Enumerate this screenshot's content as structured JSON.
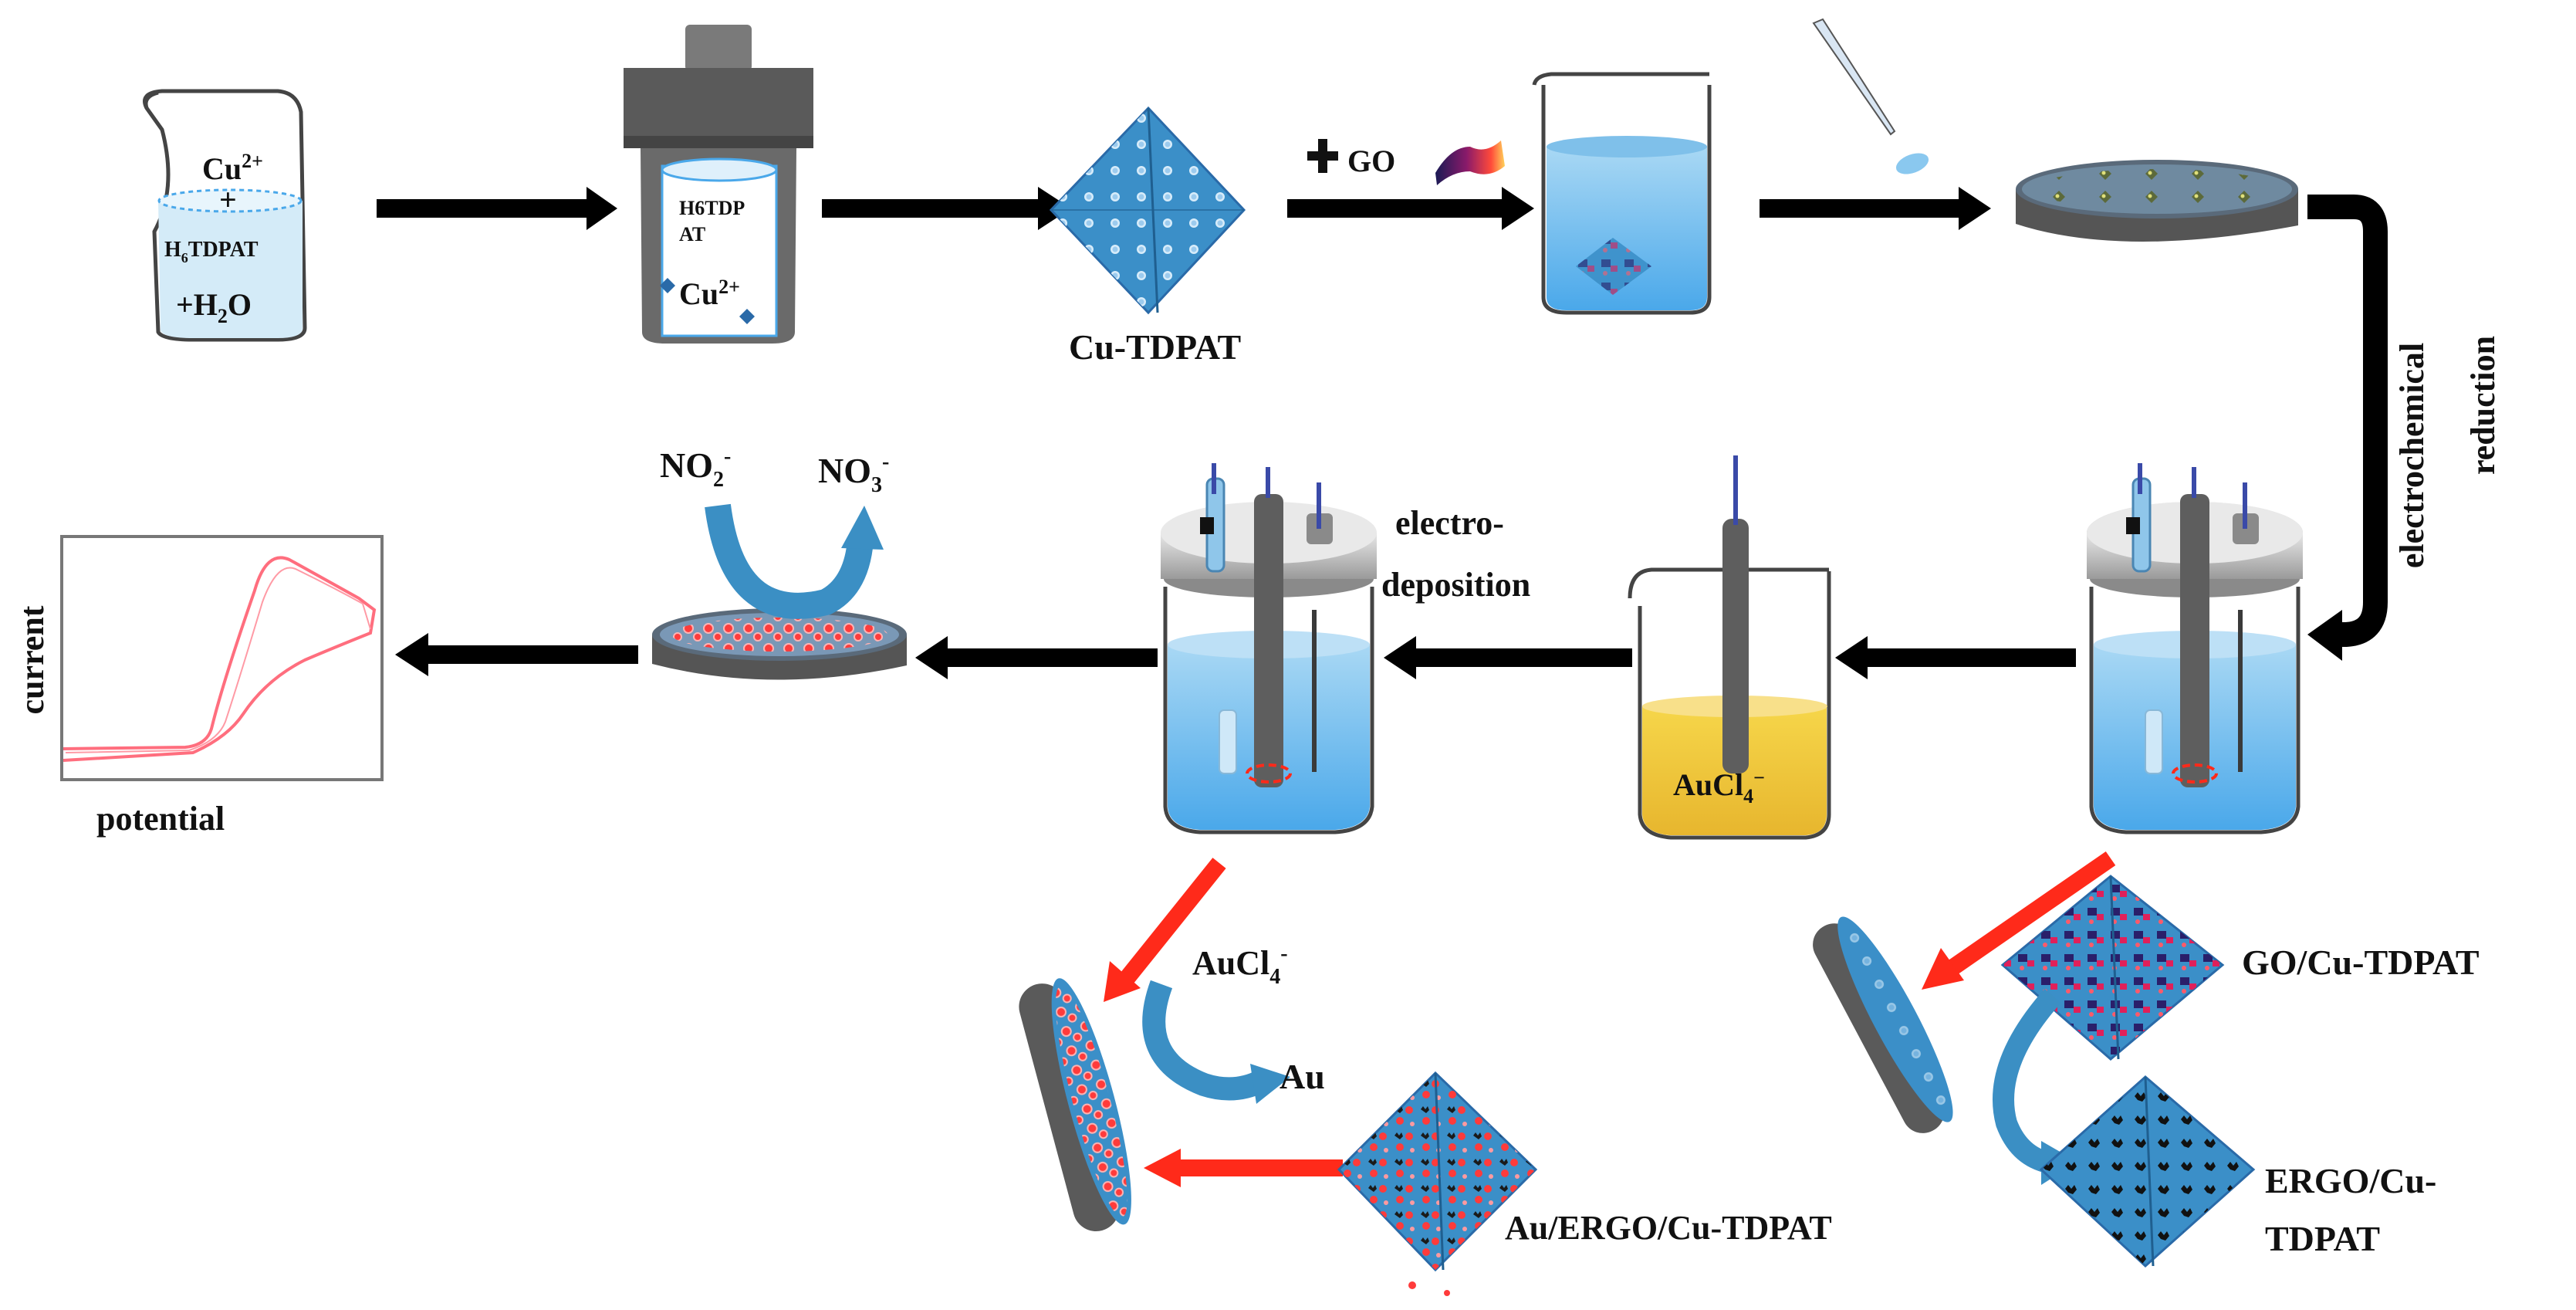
{
  "labels": {
    "beaker_cu": "Cu",
    "beaker_cu_charge": "2+",
    "beaker_plus": "+",
    "beaker_ligand_h": "H",
    "beaker_ligand_sub": "6",
    "beaker_ligand_rest": "TDPAT",
    "beaker_water_prefix": "+H",
    "beaker_water_sub": "2",
    "beaker_water_suffix": "O",
    "autoclave_ligand_line1": "H6TDP",
    "autoclave_ligand_line2": "AT",
    "autoclave_cu": "Cu",
    "autoclave_cu_charge": "2+",
    "mof_name": "Cu-TDPAT",
    "plus_go": "GO",
    "electrochemical": "electrochemical",
    "reduction": "reduction",
    "electro_line1": "electro-",
    "electro_line2": "deposition",
    "aucl4_beaker_base": "AuCl",
    "aucl4_beaker_sub": "4",
    "aucl4_beaker_charge": "−",
    "no2_base": "NO",
    "no2_sub": "2",
    "no2_charge": "-",
    "no3_base": "NO",
    "no3_sub": "3",
    "no3_charge": "-",
    "current": "current",
    "potential": "potential",
    "aucl4_detail_base": "AuCl",
    "aucl4_detail_sub": "4",
    "aucl4_detail_charge": "-",
    "au": "Au",
    "au_ergo": "Au/ERGO/Cu-TDPAT",
    "go_cu": "GO/Cu-TDPAT",
    "ergo_line1": "ERGO/Cu-",
    "ergo_line2": "TDPAT"
  },
  "colors": {
    "arrow_black": "#000000",
    "arrow_red": "#ff2a1a",
    "curved_arrow": "#3b8fc4",
    "solution_blue": "#8ac8ef",
    "gold_solution": "#f0c93a",
    "mof_blue": "#3b8fc8",
    "cv_curve": "#ff6e7e",
    "disk_gray": "#6d6d6d",
    "au_particle": "#ff3b3b"
  }
}
